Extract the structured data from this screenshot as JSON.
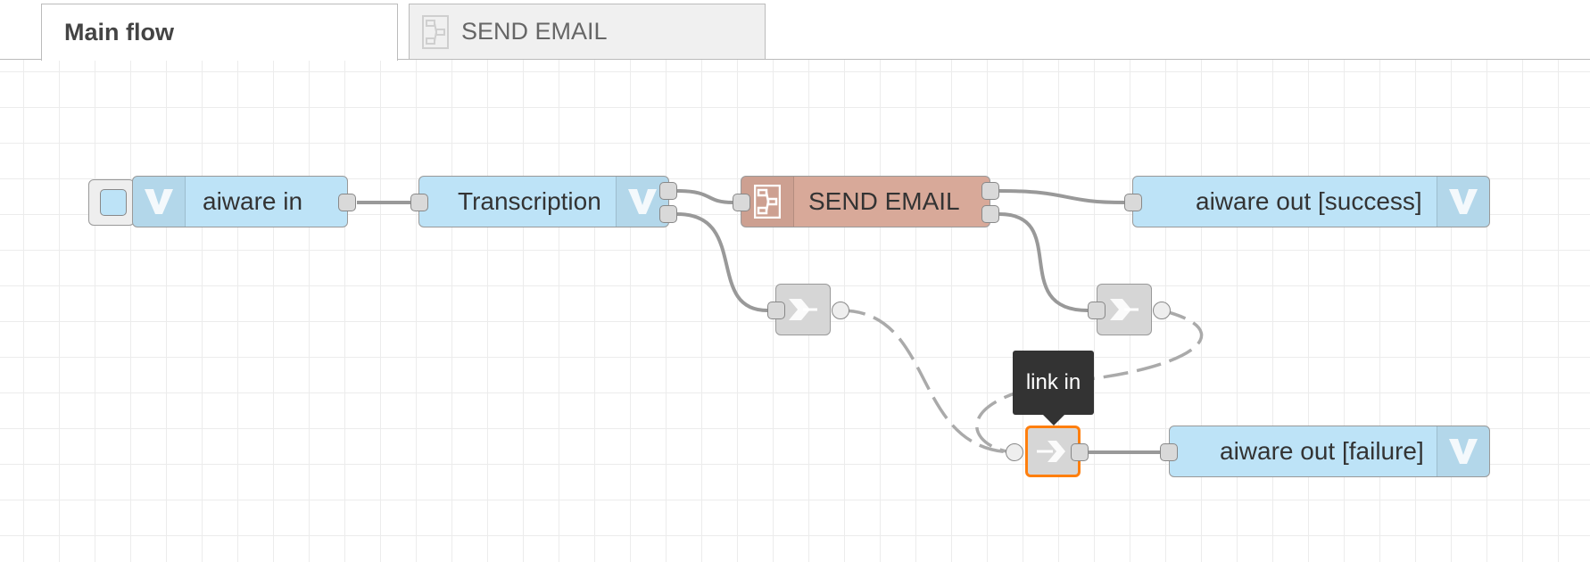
{
  "tabs": [
    {
      "label": "Main flow",
      "active": true
    },
    {
      "label": "SEND EMAIL",
      "active": false,
      "icon": "subflow-icon"
    }
  ],
  "nodes": {
    "aiware_in": {
      "label": "aiware in",
      "icon": "aiware-logo-icon",
      "color": "#bde3f7"
    },
    "transcription": {
      "label": "Transcription",
      "icon": "aiware-logo-icon",
      "color": "#bde3f7"
    },
    "send_email": {
      "label": "SEND EMAIL",
      "icon": "subflow-icon",
      "color": "#d8a999"
    },
    "out_success": {
      "label": "aiware out [success]",
      "icon": "aiware-logo-icon",
      "color": "#bde3f7"
    },
    "out_failure": {
      "label": "aiware out [failure]",
      "icon": "aiware-logo-icon",
      "color": "#bde3f7"
    },
    "link_out_1": {
      "icon": "link-out-icon",
      "color": "#d6d6d6"
    },
    "link_out_2": {
      "icon": "link-out-icon",
      "color": "#d6d6d6"
    },
    "link_in": {
      "icon": "link-in-icon",
      "color": "#d6d6d6",
      "selected": true
    }
  },
  "tooltip": {
    "text": "link in"
  },
  "colors": {
    "selection": "#ff7f0e",
    "wire": "#999999",
    "grid": "#ececec"
  }
}
